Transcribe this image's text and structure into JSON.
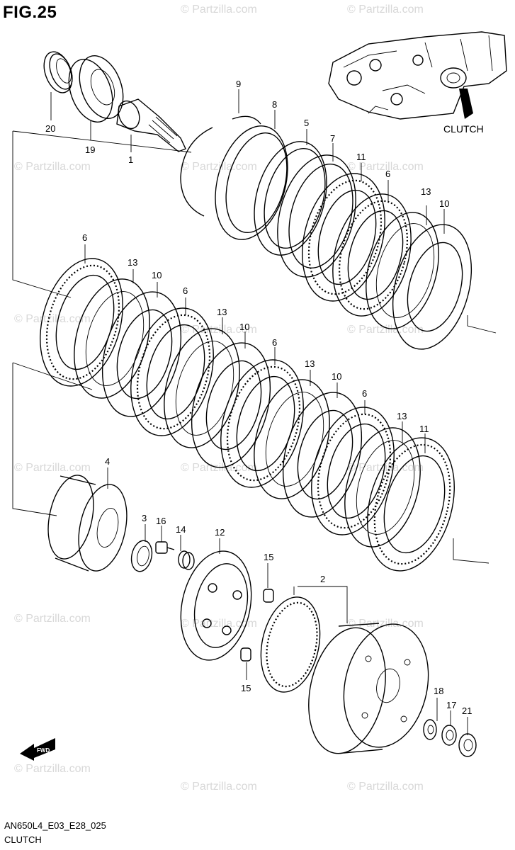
{
  "figure": {
    "title": "FIG.25",
    "drawing_code": "AN650L4_E03_E28_025",
    "assembly_name": "CLUTCH",
    "callout_text": "CLUTCH",
    "fwd_marker": "FWD",
    "watermark": "© Partzilla.com"
  },
  "part_labels": {
    "p1": "1",
    "p2": "2",
    "p3": "3",
    "p4": "4",
    "p5": "5",
    "p6": "6",
    "p7": "7",
    "p8": "8",
    "p9": "9",
    "p10": "10",
    "p11": "11",
    "p12": "12",
    "p13": "13",
    "p14": "14",
    "p15": "15",
    "p16": "16",
    "p17": "17",
    "p18": "18",
    "p19": "19",
    "p20": "20",
    "p21": "21"
  },
  "colors": {
    "ink": "#000000",
    "paper": "#ffffff",
    "watermark": "#d8d8d8"
  }
}
